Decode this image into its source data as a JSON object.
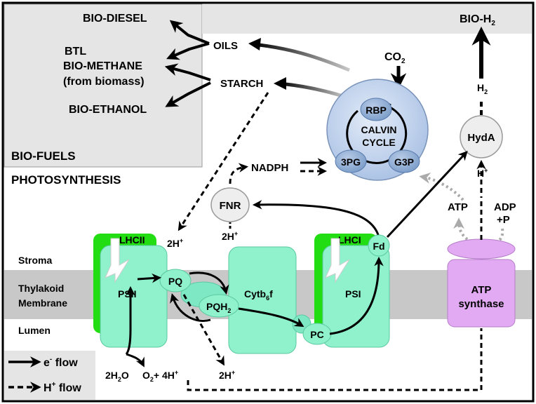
{
  "fuels": {
    "diesel": "BIO-DIESEL",
    "btl": "BTL",
    "methane": "BIO-METHANE",
    "methane_note": "(from biomass)",
    "ethanol": "BIO-ETHANOL",
    "h2_base": "BIO-H",
    "h2_sub": "2",
    "section": "BIO-FUELS"
  },
  "storage": {
    "oils": "OILS",
    "starch": "STARCH"
  },
  "section_photo": "PHOTOSYNTHESIS",
  "calvin": {
    "co2_base": "CO",
    "co2_sub": "2",
    "rbp": "RBP",
    "title1": "CALVIN",
    "title2": "CYCLE",
    "pg3": "3PG",
    "g3p": "G3P"
  },
  "nadph": "NADPH",
  "fnr": "FNR",
  "hyda": "HydA",
  "h2_small_base": "H",
  "h2_small_sub": "2",
  "hplus_base": "H",
  "hplus_sup": "+",
  "atp": "ATP",
  "adp1": "ADP",
  "adp2": "+P",
  "regions": {
    "stroma": "Stroma",
    "thylakoid1": "Thylakoid",
    "thylakoid2": "Membrane",
    "lumen": "Lumen"
  },
  "complexes": {
    "lhcii": "LHCII",
    "psii": "PSII",
    "pq": "PQ",
    "pqh2_base": "PQH",
    "pqh2_sub": "2",
    "cyt_base": "Cytb",
    "cyt_sub": "6",
    "cyt_end": "f",
    "pc": "PC",
    "lhci": "LHCI",
    "psi": "PSI",
    "fd": "Fd",
    "atp1": "ATP",
    "atp2": "synthase"
  },
  "protons": {
    "stroma_2h_base": "2H",
    "stroma_2h_sup": "+",
    "fnr_2h_base": "2H",
    "fnr_2h_sup": "+",
    "lumen_2h_base": "2H",
    "lumen_2h_sup": "+",
    "water_pre": "2H",
    "water_sub": "2",
    "water_end": "O",
    "o2_pre": "O",
    "o2_sub": "2",
    "o2_end": "+ 4H",
    "o2_sup": "+"
  },
  "legend": {
    "e_base": "e",
    "e_sup": "-",
    "e_end": " flow",
    "h_base": "H",
    "h_sup": "+",
    "h_end": " flow"
  },
  "colors": {
    "teal": "#8ff2cc",
    "green": "#22dd11",
    "purple": "#e2aaf2",
    "calvin_fill": "#c8d8ee",
    "membrane": "#c8c8c8",
    "fuel_bg": "#e5e5e5"
  }
}
